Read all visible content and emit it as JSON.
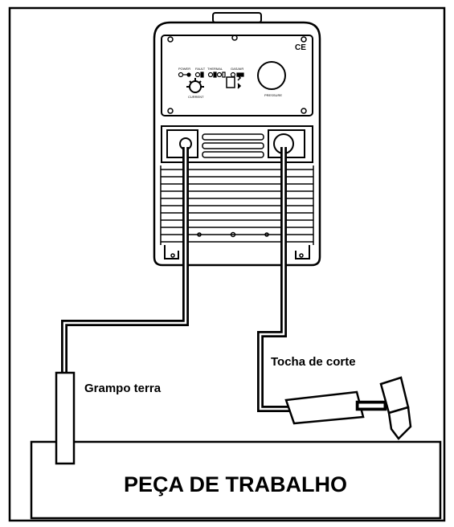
{
  "labels": {
    "ground_clamp": "Grampo terra",
    "cutting_torch": "Tocha de corte",
    "workpiece": "PEÇA DE TRABALHO"
  },
  "panel": {
    "ce_mark": "CE",
    "current_label": "CURRENT",
    "pressure_label": "PRESSURE",
    "indicator_power": "POWER",
    "indicator_fault": "FAULT",
    "indicator_thermal": "THERMAL",
    "indicator_gas": "GAS/AIR"
  },
  "colors": {
    "line": "#000000",
    "background": "#ffffff"
  }
}
